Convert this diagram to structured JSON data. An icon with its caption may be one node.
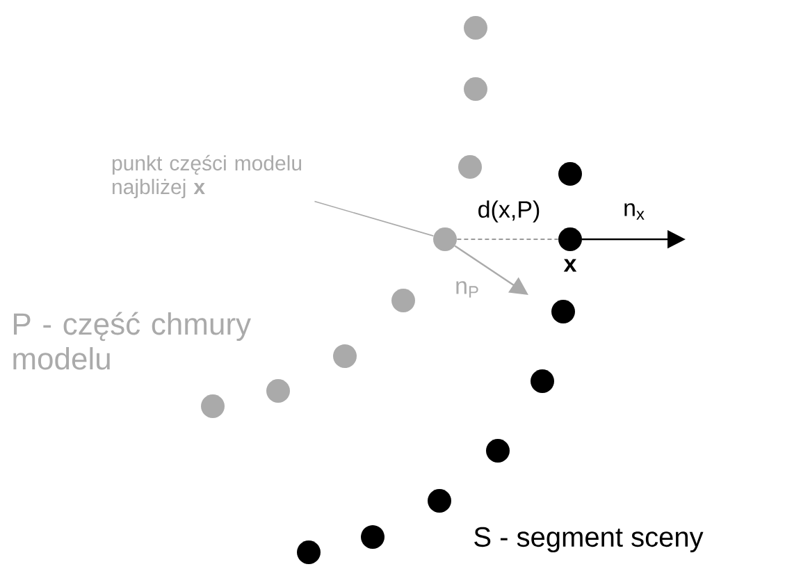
{
  "diagram": {
    "nodes": [
      {
        "text": [
          "punkt części modelu najbliżej **x**"
        ]
      },
      {
        "text": [],
        "shape": "circle"
      },
      {
        "text": [],
        "shape": "circle"
      },
      {
        "text": [],
        "shape": "circle"
      },
      {
        "text": [],
        "shape": "circle"
      },
      {
        "text": [],
        "shape": "circle"
      },
      {
        "text": [],
        "shape": "circle"
      },
      {
        "text": [],
        "shape": "circle"
      },
      {
        "text": [],
        "shape": "circle"
      },
      {
        "text": [],
        "shape": "circle"
      },
      {
        "text": [],
        "shape": "circle",
        "beside": [
          "x"
        ]
      },
      {
        "text": [],
        "shape": "circle"
      },
      {
        "text": [],
        "shape": "circle"
      },
      {
        "text": [],
        "shape": "circle"
      },
      {
        "text": [],
        "shape": "circle"
      },
      {
        "text": [],
        "shape": "circle"
      },
      {
        "text": [],
        "shape": "circle"
      }
    ],
    "edges": [
      {
        "from": 0,
        "to": 4,
        "arrow": "none",
        "color": "#aaaaaa"
      },
      {
        "from": 4,
        "to": 10,
        "arrow": "none",
        "style": "dashed",
        "color": "#000000",
        "label": "d(x,P)"
      },
      {
        "from": 4,
        "to": null,
        "arrow": "to",
        "color": "#aaaaaa",
        "label": "n$_{P}$"
      },
      {
        "from": 10,
        "to": null,
        "arrow": "to",
        "color": "#000000",
        "label": "n$_{x}$"
      }
    ],
    "labels": [
      "P - część chmury modelu",
      "S - segment sceny"
    ]
  }
}
